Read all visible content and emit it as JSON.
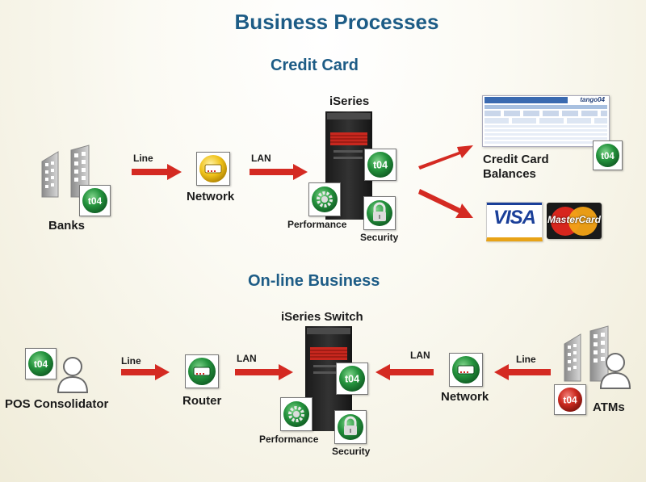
{
  "page_title": "Business Processes",
  "credit_card": {
    "heading": "Credit Card",
    "banks": "Banks",
    "line": "Line",
    "network": "Network",
    "lan": "LAN",
    "server": "iSeries",
    "performance": "Performance",
    "security": "Security",
    "balances_line1": "Credit Card",
    "balances_line2": "Balances",
    "visa": "VISA",
    "mastercard": "MasterCard"
  },
  "online": {
    "heading": "On-line Business",
    "pos": "POS Consolidator",
    "line_left": "Line",
    "router": "Router",
    "lan_left": "LAN",
    "server": "iSeries Switch",
    "performance": "Performance",
    "security": "Security",
    "lan_right": "LAN",
    "network": "Network",
    "line_right": "Line",
    "atms": "ATMs"
  },
  "badge_text": "t04",
  "report_brand": "tango04",
  "colors": {
    "title": "#1d5c86",
    "arrow": "#d42a22",
    "badge_green": "#1f8f3a",
    "badge_red": "#c8281f"
  }
}
